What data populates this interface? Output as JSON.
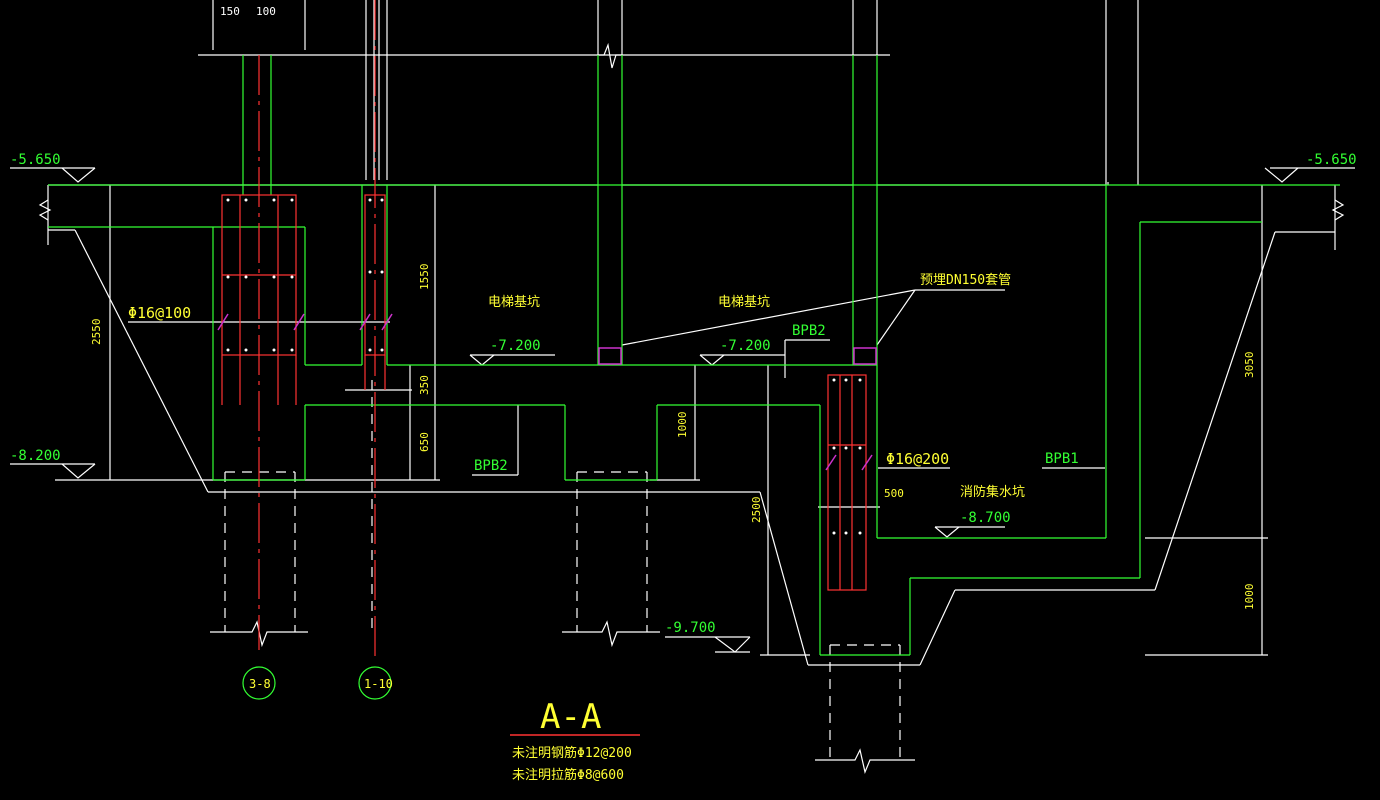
{
  "drawing": {
    "top_dims": [
      "150",
      "100"
    ],
    "elevations": {
      "left_top": "-5.650",
      "right_top": "-5.650",
      "left_bottom": "-8.200",
      "pit1": "-7.200",
      "pit2": "-7.200",
      "sump": "-8.700",
      "lower": "-9.700"
    },
    "labels": {
      "pit1": "电梯基坑",
      "pit2": "电梯基坑",
      "sleeve": "预埋DN150套管",
      "sump": "消防集水坑",
      "bpb2_a": "BPB2",
      "bpb2_b": "BPB2",
      "bpb1": "BPB1"
    },
    "rebar": {
      "left": "Φ16@100",
      "right": "Φ16@200"
    },
    "dims": {
      "d2550": "2550",
      "d1550": "1550",
      "d350": "350",
      "d650": "650",
      "d1000a": "1000",
      "d2500": "2500",
      "d500": "500",
      "d3050": "3050",
      "d1000b": "1000"
    },
    "axes": [
      "3-8",
      "1-10"
    ],
    "section_title": "A-A",
    "notes": [
      "未注明钢筋Φ12@200",
      "未注明拉筋Φ8@600"
    ],
    "colors": {
      "background": "#000000",
      "outline": "#33ff33",
      "rebar": "#ff3333",
      "line": "#ffffff",
      "text_yellow": "#ffff33",
      "sleeve": "#cc33cc"
    }
  }
}
